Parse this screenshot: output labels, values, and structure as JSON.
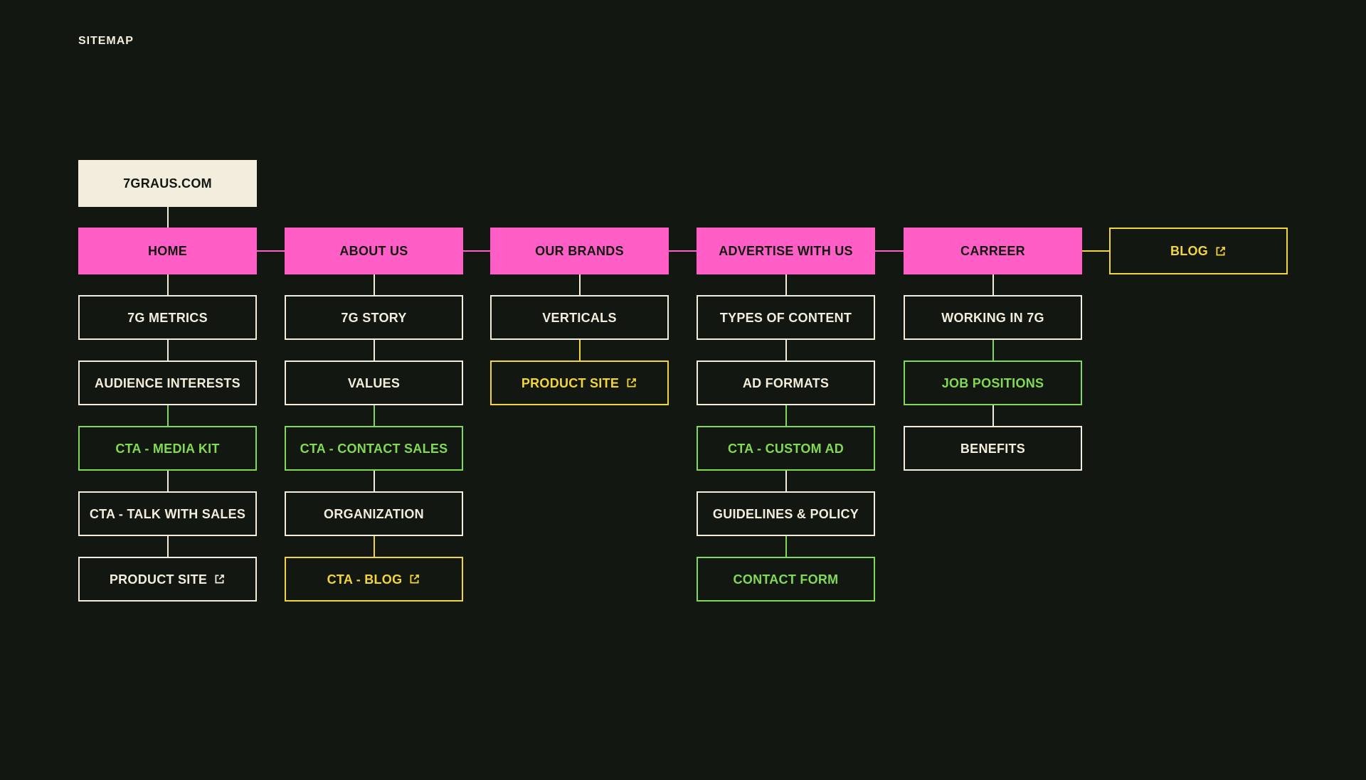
{
  "title": "SITEMAP",
  "colors": {
    "background": "#131711",
    "pink": "#FF5EC6",
    "cream": "#F2EDDC",
    "green": "#82D955",
    "yellow": "#F1D53B",
    "dark": "#131711"
  },
  "root": {
    "label": "7GRAUS.COM"
  },
  "sections": [
    {
      "label": "HOME",
      "children": [
        {
          "label": "7G METRICS",
          "style": "white"
        },
        {
          "label": "AUDIENCE INTERESTS",
          "style": "white"
        },
        {
          "label": "CTA - MEDIA KIT",
          "style": "green"
        },
        {
          "label": "CTA - TALK WITH SALES",
          "style": "white"
        },
        {
          "label": "PRODUCT SITE",
          "style": "white",
          "external": true
        }
      ]
    },
    {
      "label": "ABOUT US",
      "children": [
        {
          "label": "7G STORY",
          "style": "white"
        },
        {
          "label": "VALUES",
          "style": "white"
        },
        {
          "label": "CTA - CONTACT SALES",
          "style": "green"
        },
        {
          "label": "ORGANIZATION",
          "style": "white"
        },
        {
          "label": "CTA - BLOG",
          "style": "yellow",
          "external": true
        }
      ]
    },
    {
      "label": "OUR BRANDS",
      "children": [
        {
          "label": "VERTICALS",
          "style": "white"
        },
        {
          "label": "PRODUCT SITE",
          "style": "yellow",
          "external": true
        }
      ]
    },
    {
      "label": "ADVERTISE WITH US",
      "children": [
        {
          "label": "TYPES OF CONTENT",
          "style": "white"
        },
        {
          "label": "AD FORMATS",
          "style": "white"
        },
        {
          "label": "CTA - CUSTOM AD",
          "style": "green"
        },
        {
          "label": "GUIDELINES & POLICY",
          "style": "white"
        },
        {
          "label": "CONTACT FORM",
          "style": "green"
        }
      ]
    },
    {
      "label": "CARREER",
      "children": [
        {
          "label": "WORKING IN 7G",
          "style": "white"
        },
        {
          "label": "JOB POSITIONS",
          "style": "green"
        },
        {
          "label": "BENEFITS",
          "style": "white"
        }
      ]
    },
    {
      "label": "BLOG",
      "style": "yellow",
      "external": true,
      "children": []
    }
  ]
}
